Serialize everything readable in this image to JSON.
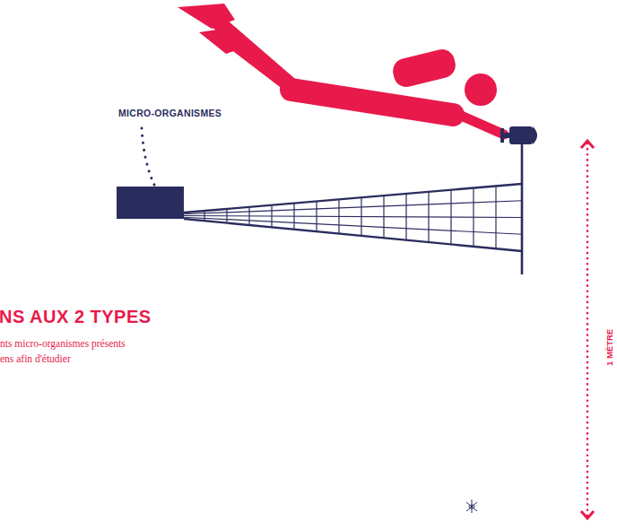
{
  "diagram": {
    "labels": [
      "MICRO-ORGANISMES",
      "NS AUX 2 TYPES",
      "nts micro-organismes présents",
      "ens afin d'étudier",
      "1 MÈTRE"
    ]
  }
}
